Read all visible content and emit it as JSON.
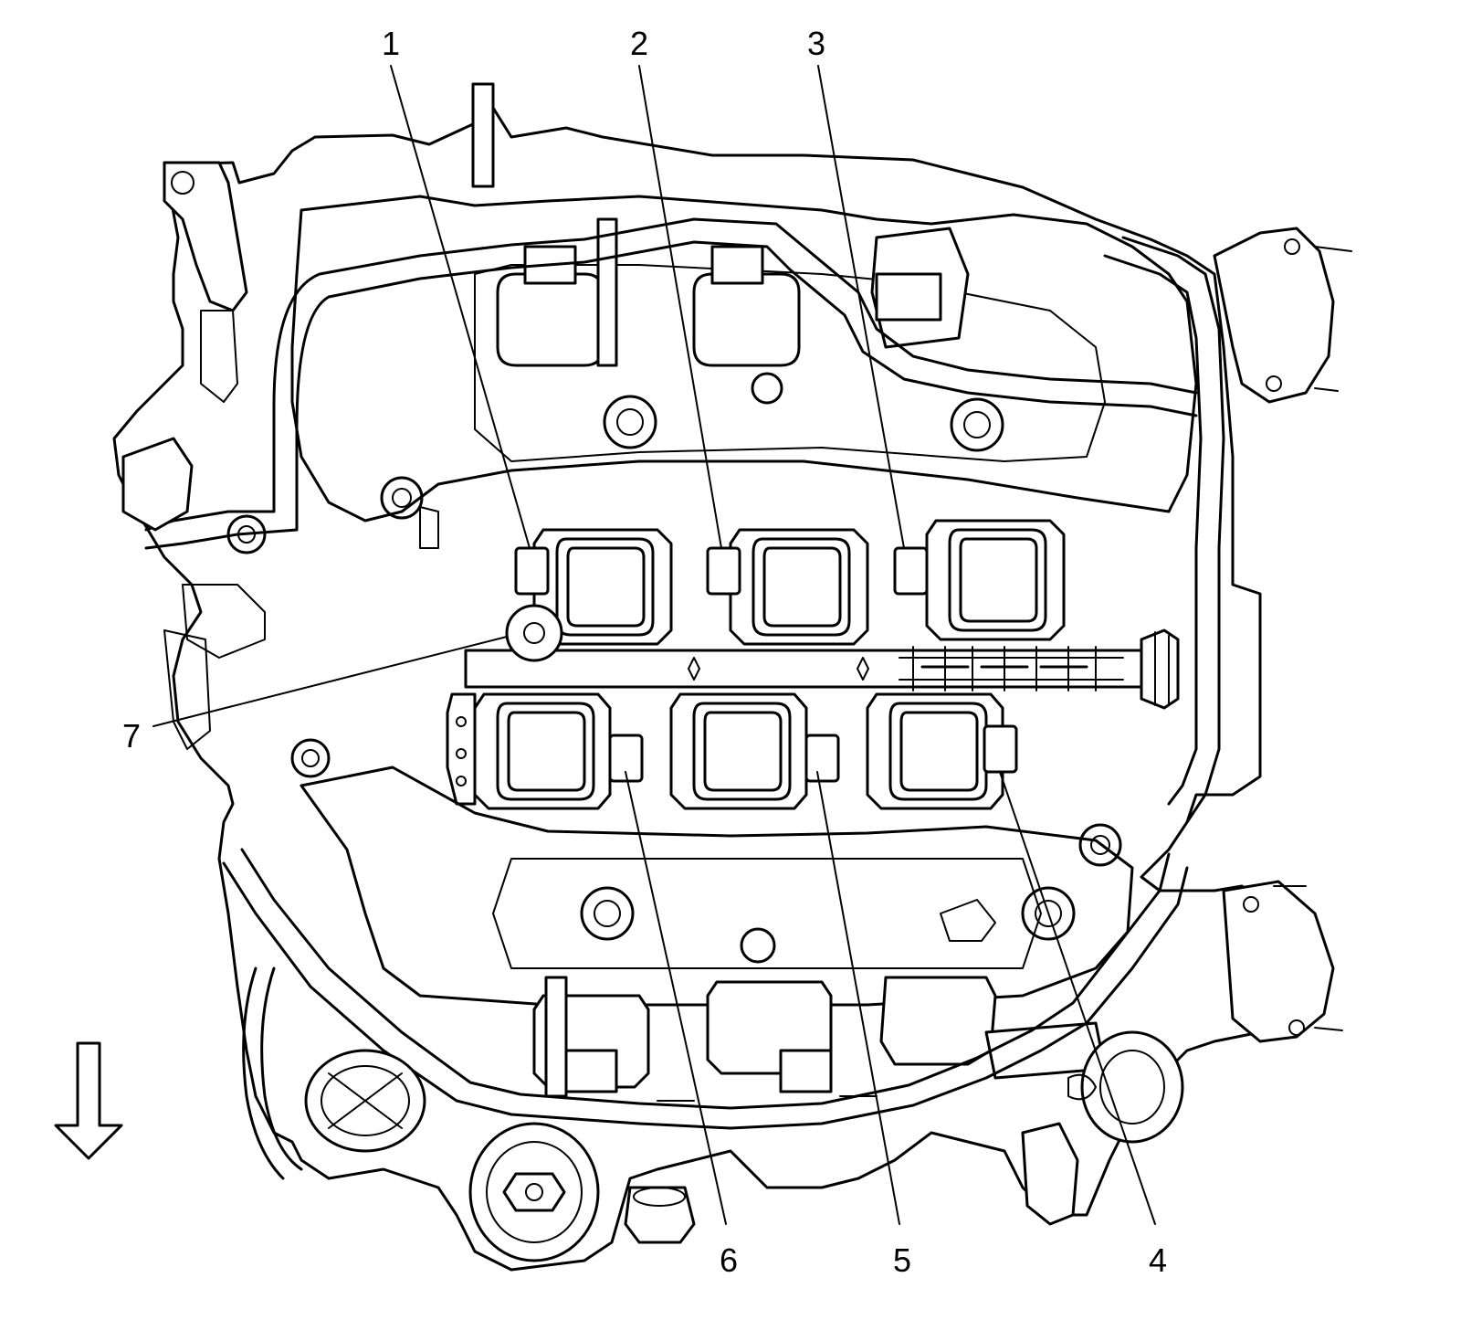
{
  "callouts": [
    {
      "id": "1",
      "label": "1"
    },
    {
      "id": "2",
      "label": "2"
    },
    {
      "id": "3",
      "label": "3"
    },
    {
      "id": "4",
      "label": "4"
    },
    {
      "id": "5",
      "label": "5"
    },
    {
      "id": "6",
      "label": "6"
    },
    {
      "id": "7",
      "label": "7"
    }
  ],
  "direction_arrow": {
    "icon": "down-arrow-icon"
  },
  "colors": {
    "line": "#000000",
    "background": "#ffffff"
  }
}
